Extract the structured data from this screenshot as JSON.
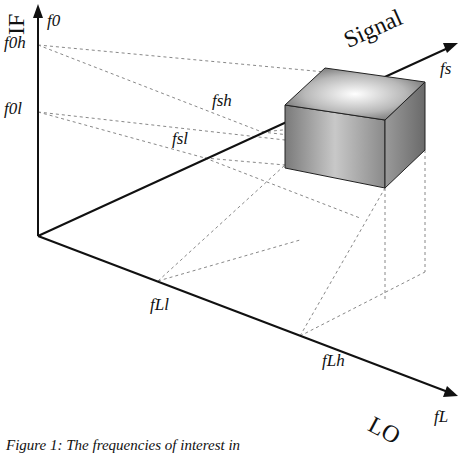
{
  "diagram": {
    "caption": "Figure 1: The frequencies of interest in",
    "labels": [
      "IF",
      "f0",
      "f0h",
      "f0l",
      "Signal",
      "fs",
      "fsh",
      "fsl",
      "fLl",
      "fLh",
      "LO",
      "fL"
    ]
  }
}
